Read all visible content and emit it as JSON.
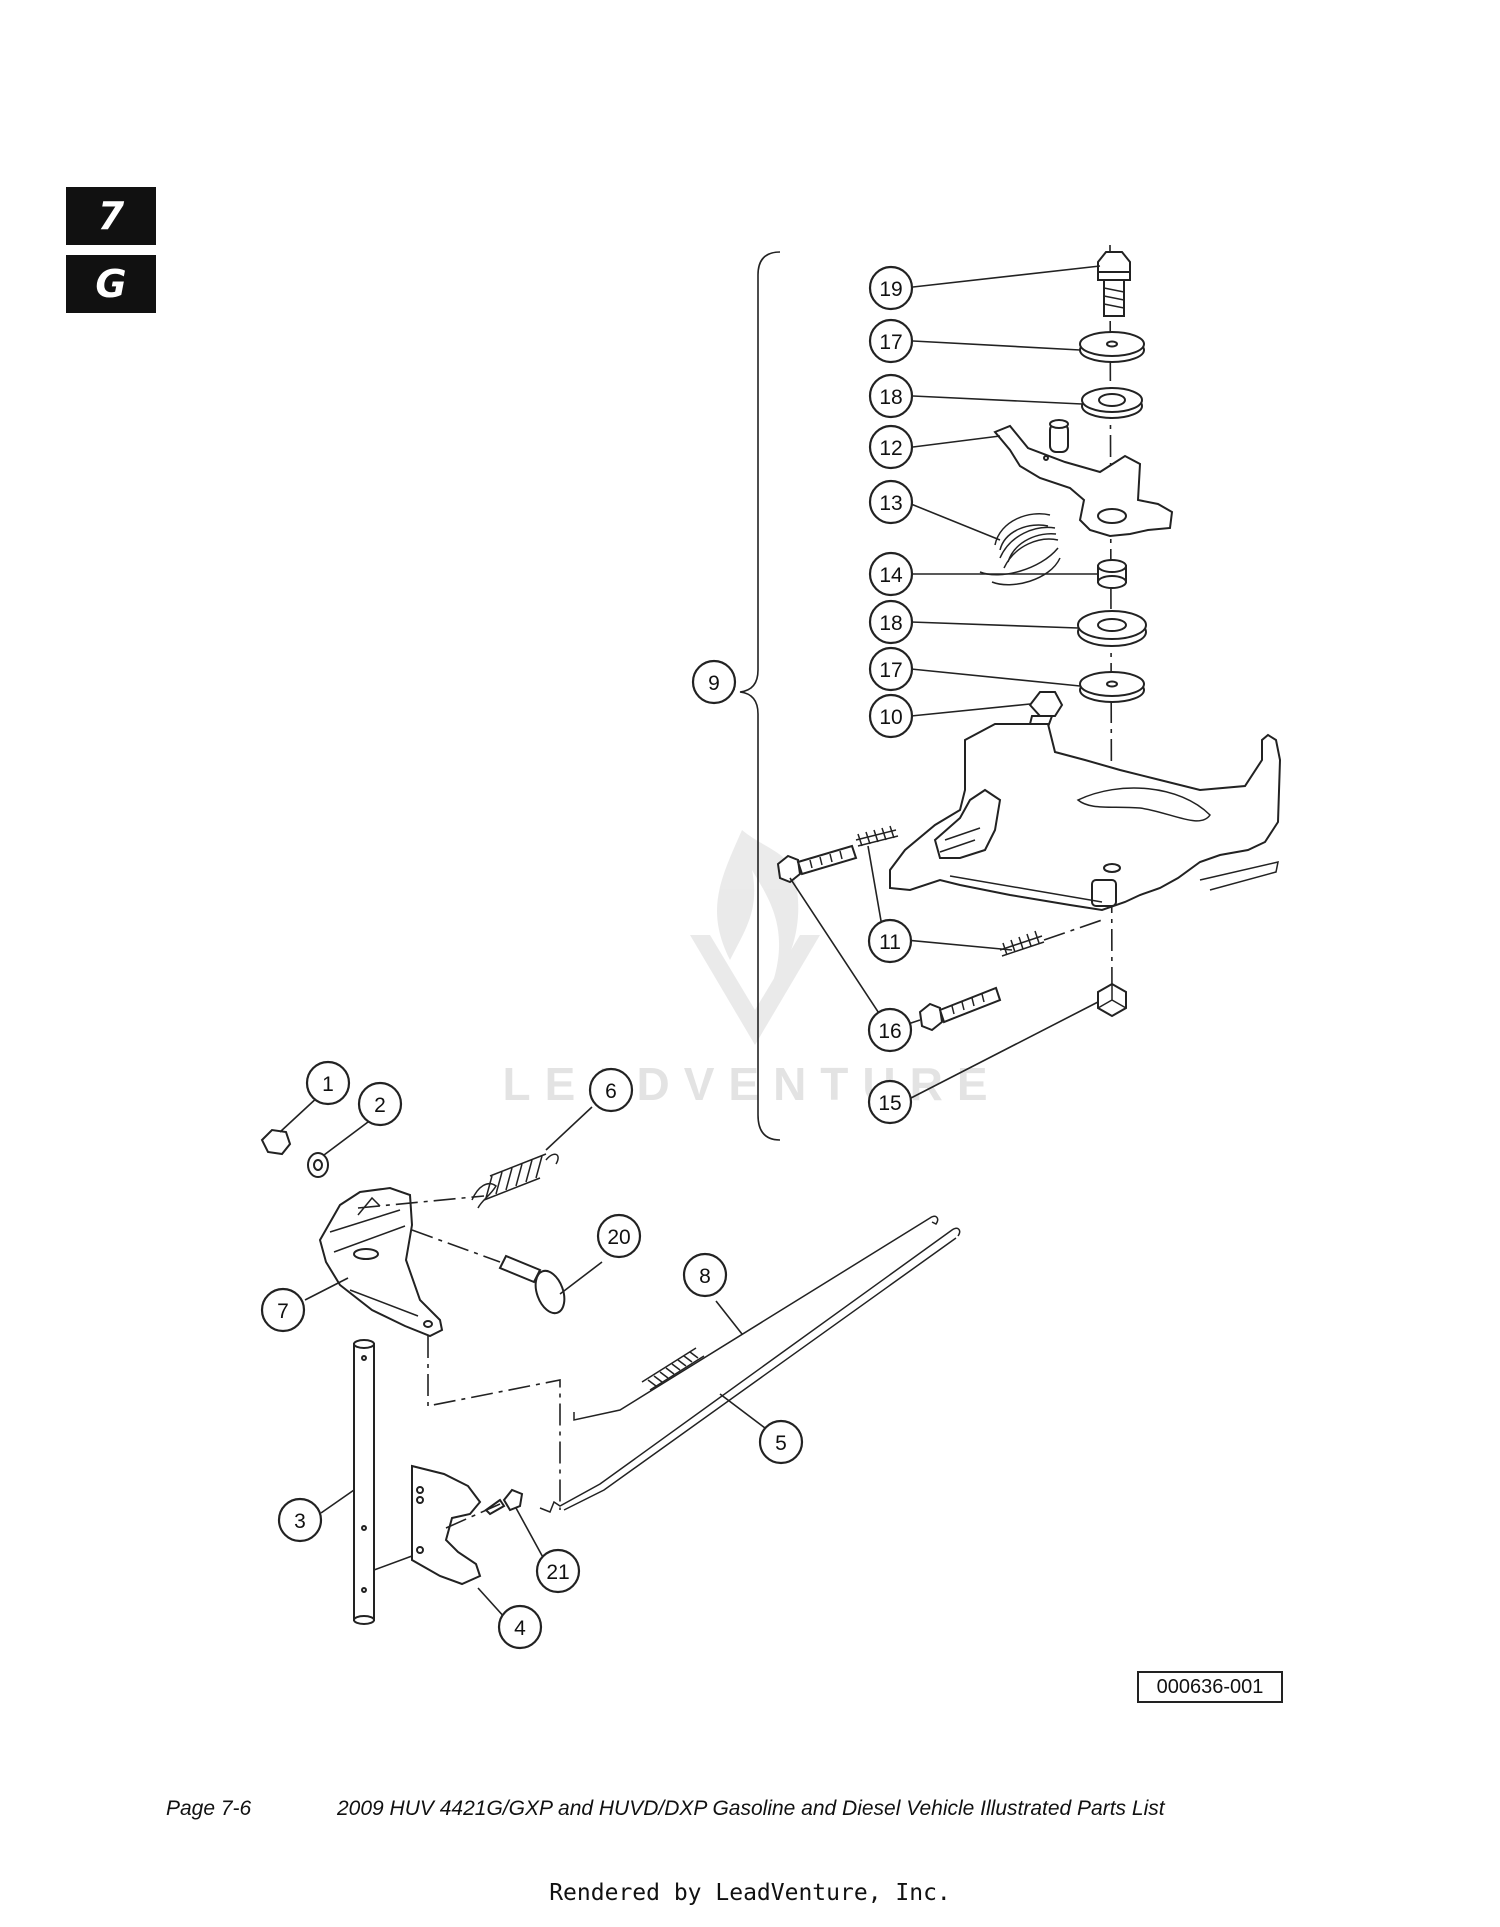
{
  "section_tab": {
    "number": "7",
    "letter": "G"
  },
  "watermark": {
    "brand": "LEADVENTURE"
  },
  "callouts": [
    "1",
    "2",
    "3",
    "4",
    "5",
    "6",
    "7",
    "8",
    "9",
    "10",
    "11",
    "12",
    "13",
    "14",
    "15",
    "16",
    "17",
    "18",
    "19",
    "20",
    "21"
  ],
  "figure_id": "000636-001",
  "footer": {
    "page": "Page 7-6",
    "title": "2009 HUV 4421G/GXP and HUVD/DXP Gasoline and Diesel Vehicle Illustrated Parts List"
  },
  "render_credit": "Rendered by LeadVenture, Inc."
}
